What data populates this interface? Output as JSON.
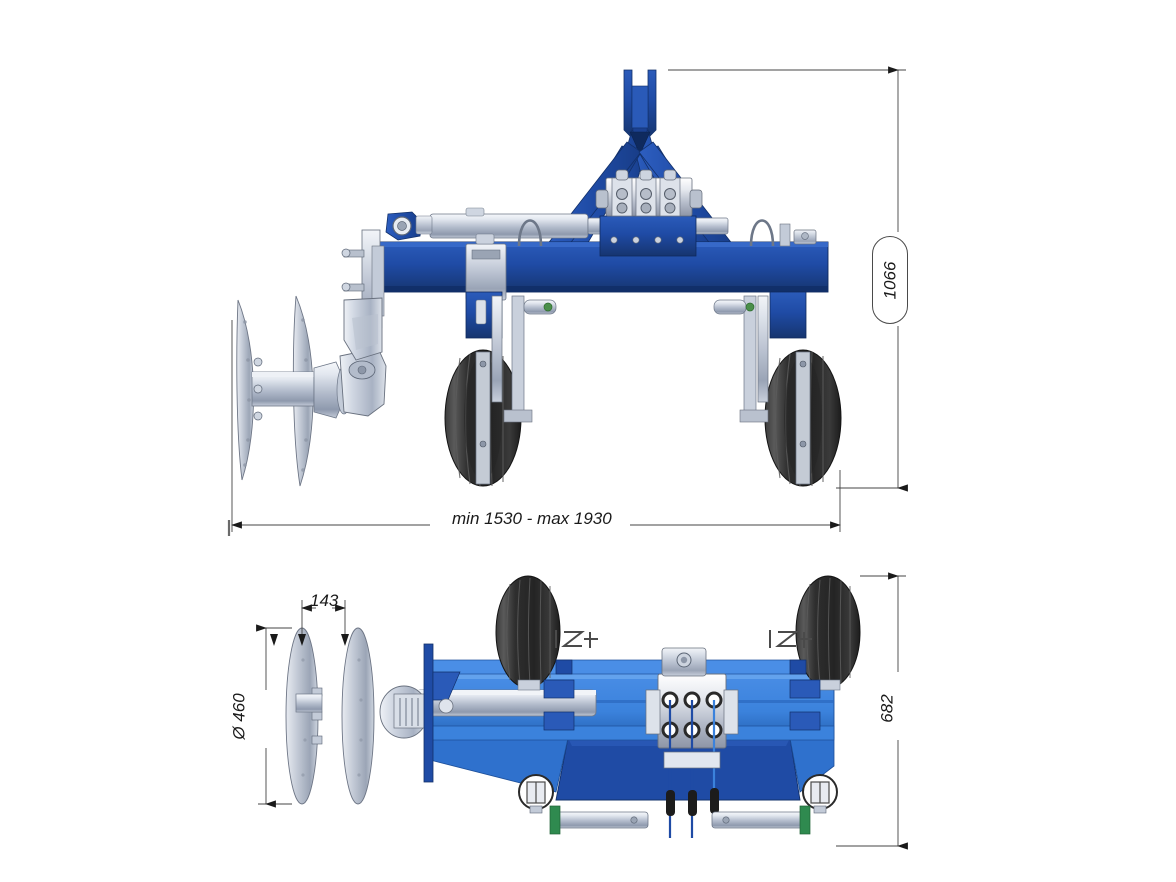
{
  "drawing": {
    "title": "Disc hiller / ridger implement — dimensioned CAD drawing",
    "background_color": "#ffffff",
    "views": [
      {
        "name": "front-elevation-view",
        "position": "top"
      },
      {
        "name": "plan-top-view",
        "position": "bottom"
      }
    ]
  },
  "colors": {
    "body_blue": "#1f4ba5",
    "body_blue_dark": "#16356f",
    "body_blue_light": "#3b82dc",
    "body_blue_mid": "#2a62c4",
    "steel_light": "#d7dce6",
    "steel_mid": "#aab3c4",
    "steel_dark": "#7f8a9e",
    "tire_black": "#2a2a2a",
    "tire_black_light": "#4a4a4a",
    "line_black": "#1a1a1a",
    "dim_line": "#555555"
  },
  "dimensions": {
    "height_overall": {
      "label": "1066",
      "unit_implied": "mm",
      "orientation": "vertical",
      "boxed": true,
      "view": "front-elevation-view"
    },
    "width_overall": {
      "label": "min 1530 - max 1930",
      "unit_implied": "mm",
      "orientation": "horizontal",
      "boxed": false,
      "view": "front-elevation-view"
    },
    "disc_spacing": {
      "label": "143",
      "unit_implied": "mm",
      "orientation": "horizontal",
      "boxed": false,
      "view": "plan-top-view"
    },
    "disc_diameter": {
      "label": "Ø 460",
      "unit_implied": "mm",
      "orientation": "vertical",
      "boxed": false,
      "view": "plan-top-view"
    },
    "depth_overall": {
      "label": "682",
      "unit_implied": "mm",
      "orientation": "vertical",
      "boxed": false,
      "view": "plan-top-view"
    }
  },
  "components": {
    "three_point_hitch": "three-point-hitch-a-frame",
    "top_link_mast": "top-link-mast",
    "toolbar": "main-toolbar-beam",
    "hydraulic_cylinder": "hydraulic-cylinder",
    "valve_block": "hydraulic-valve-block",
    "valve_levers": "valve-control-levers",
    "gauge_wheel_left": "gauge-wheel-left",
    "gauge_wheel_right": "gauge-wheel-right",
    "wheel_arm_left": "wheel-support-arm-left",
    "wheel_arm_right": "wheel-support-arm-right",
    "disc_outer": "hiller-disc-outer",
    "disc_inner": "hiller-disc-inner",
    "disc_hub_shaft": "disc-hub-shaft",
    "disc_gearbox": "disc-angle-gearbox",
    "disc_mount_bracket": "disc-mounting-bracket",
    "lift_hook_left": "lift-hook-left",
    "lift_hook_right": "lift-hook-right",
    "ridger_body": "ridger-body-plate",
    "parking_stand_left": "parking-stand-left",
    "parking_stand_right": "parking-stand-right"
  }
}
